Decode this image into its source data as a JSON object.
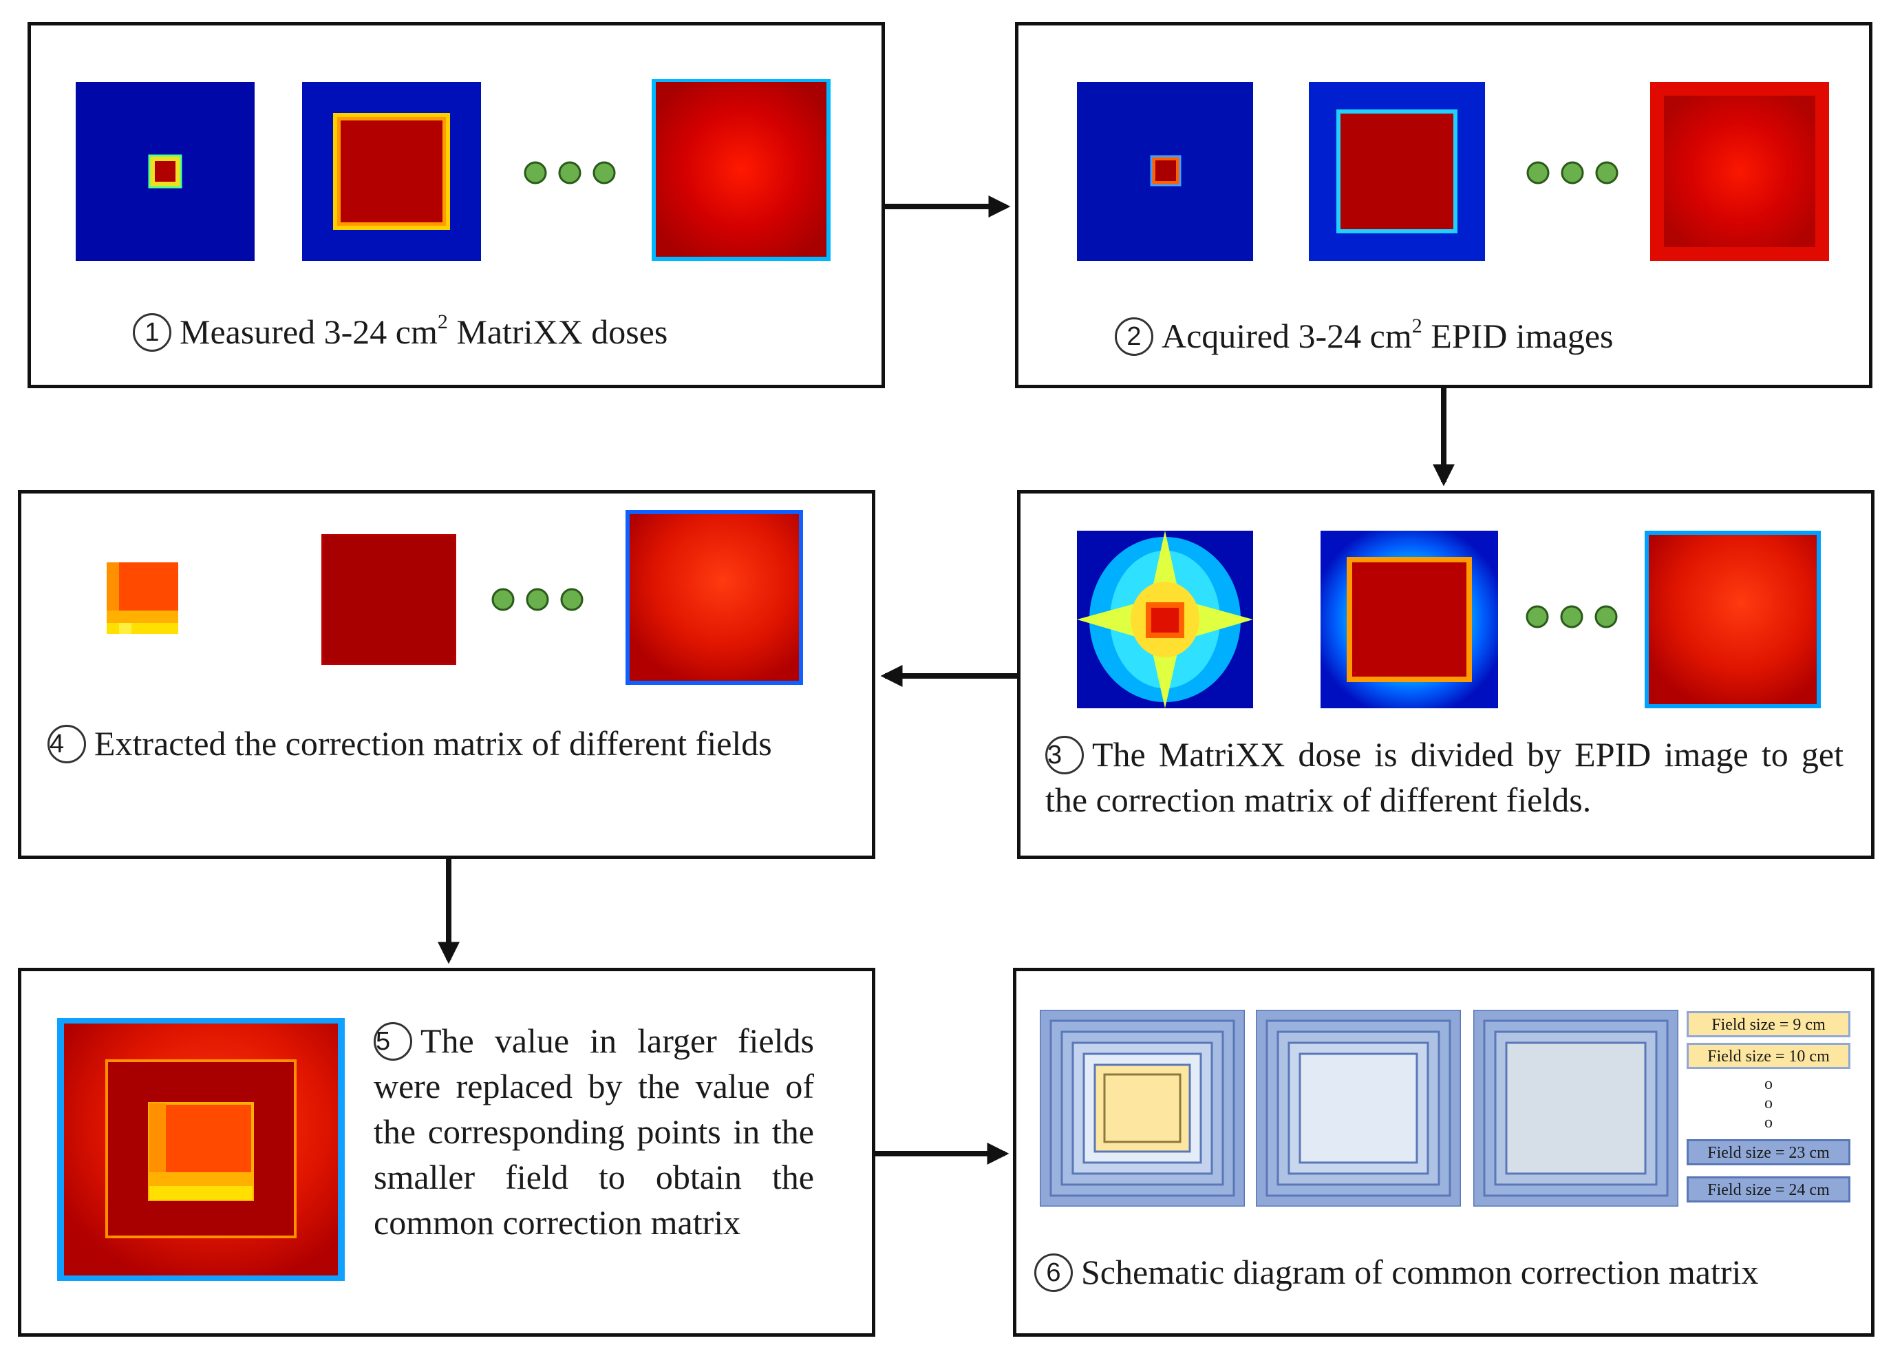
{
  "steps": {
    "s1": {
      "num": "1",
      "pre": "Measured 3-24 cm",
      "sup": "2",
      "post": " MatriXX doses"
    },
    "s2": {
      "num": "2",
      "pre": "Acquired 3-24 cm",
      "sup": "2",
      "post": " EPID images"
    },
    "s3": {
      "num": "3",
      "text": "The MatriXX dose is divided by EPID image to get the correction matrix of different fields."
    },
    "s4": {
      "num": "4",
      "text": "Extracted the correction matrix of different fields"
    },
    "s5": {
      "num": "5",
      "text": "The value in larger fields were replaced by the value of the corresponding points in the smaller field to obtain the common correction matrix"
    },
    "s6": {
      "num": "6",
      "text": "Schematic diagram of common correction matrix"
    }
  },
  "field_labels": [
    "Field size = 9 cm",
    "Field size = 10 cm",
    "Field size = 23 cm",
    "Field size = 24 cm"
  ],
  "ellipsis_marks": [
    "o",
    "o",
    "o"
  ],
  "colors": {
    "dark_red": "#a40000",
    "red": "#e01800",
    "blue": "#0000a8",
    "dot_green": "#6ab04c",
    "schematic_blue": "#8fa8d8",
    "schematic_yellow": "#fde6a0"
  }
}
